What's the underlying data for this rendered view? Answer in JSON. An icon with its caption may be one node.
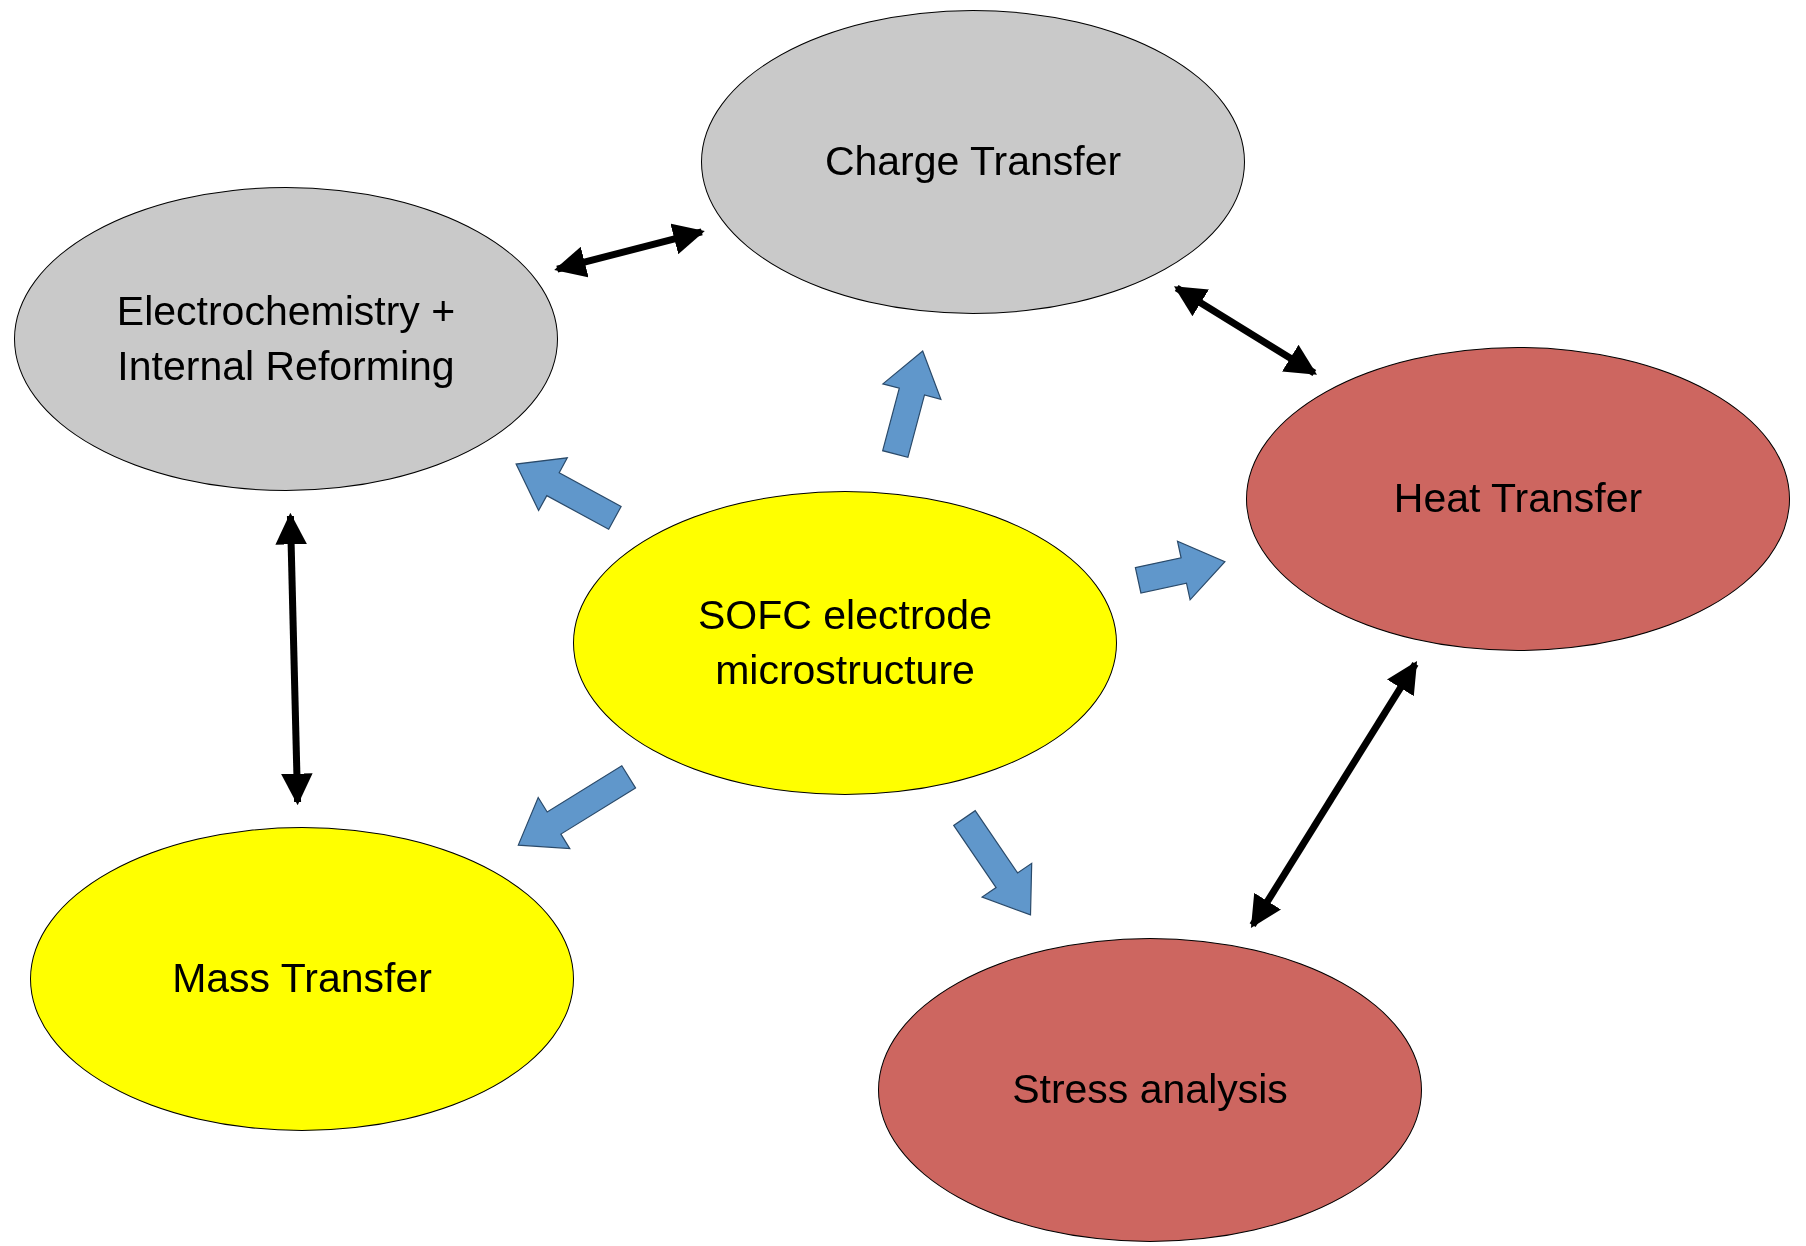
{
  "diagram": {
    "nodes": [
      {
        "text": [
          "Charge Transfer"
        ]
      },
      {
        "text": [
          "Electrochemistry + Internal Reforming"
        ]
      },
      {
        "text": [
          "Heat Transfer"
        ]
      },
      {
        "text": [
          "SOFC electrode microstructure"
        ]
      },
      {
        "text": [
          "Mass Transfer"
        ]
      },
      {
        "text": [
          "Stress analysis"
        ]
      }
    ],
    "edges": [
      {
        "from": 1,
        "to": 0,
        "arrow": "both"
      },
      {
        "from": 0,
        "to": 2,
        "arrow": "both"
      },
      {
        "from": 1,
        "to": 4,
        "arrow": "both"
      },
      {
        "from": 2,
        "to": 5,
        "arrow": "both"
      },
      {
        "from": 3,
        "to": 0,
        "arrow": "to",
        "style": "thick",
        "color": "#6097cb"
      },
      {
        "from": 3,
        "to": 1,
        "arrow": "to",
        "style": "thick",
        "color": "#6097cb"
      },
      {
        "from": 3,
        "to": 2,
        "arrow": "to",
        "style": "thick",
        "color": "#6097cb"
      },
      {
        "from": 3,
        "to": 4,
        "arrow": "to",
        "style": "thick",
        "color": "#6097cb"
      },
      {
        "from": 3,
        "to": 5,
        "arrow": "to",
        "style": "thick",
        "color": "#6097cb"
      }
    ]
  }
}
